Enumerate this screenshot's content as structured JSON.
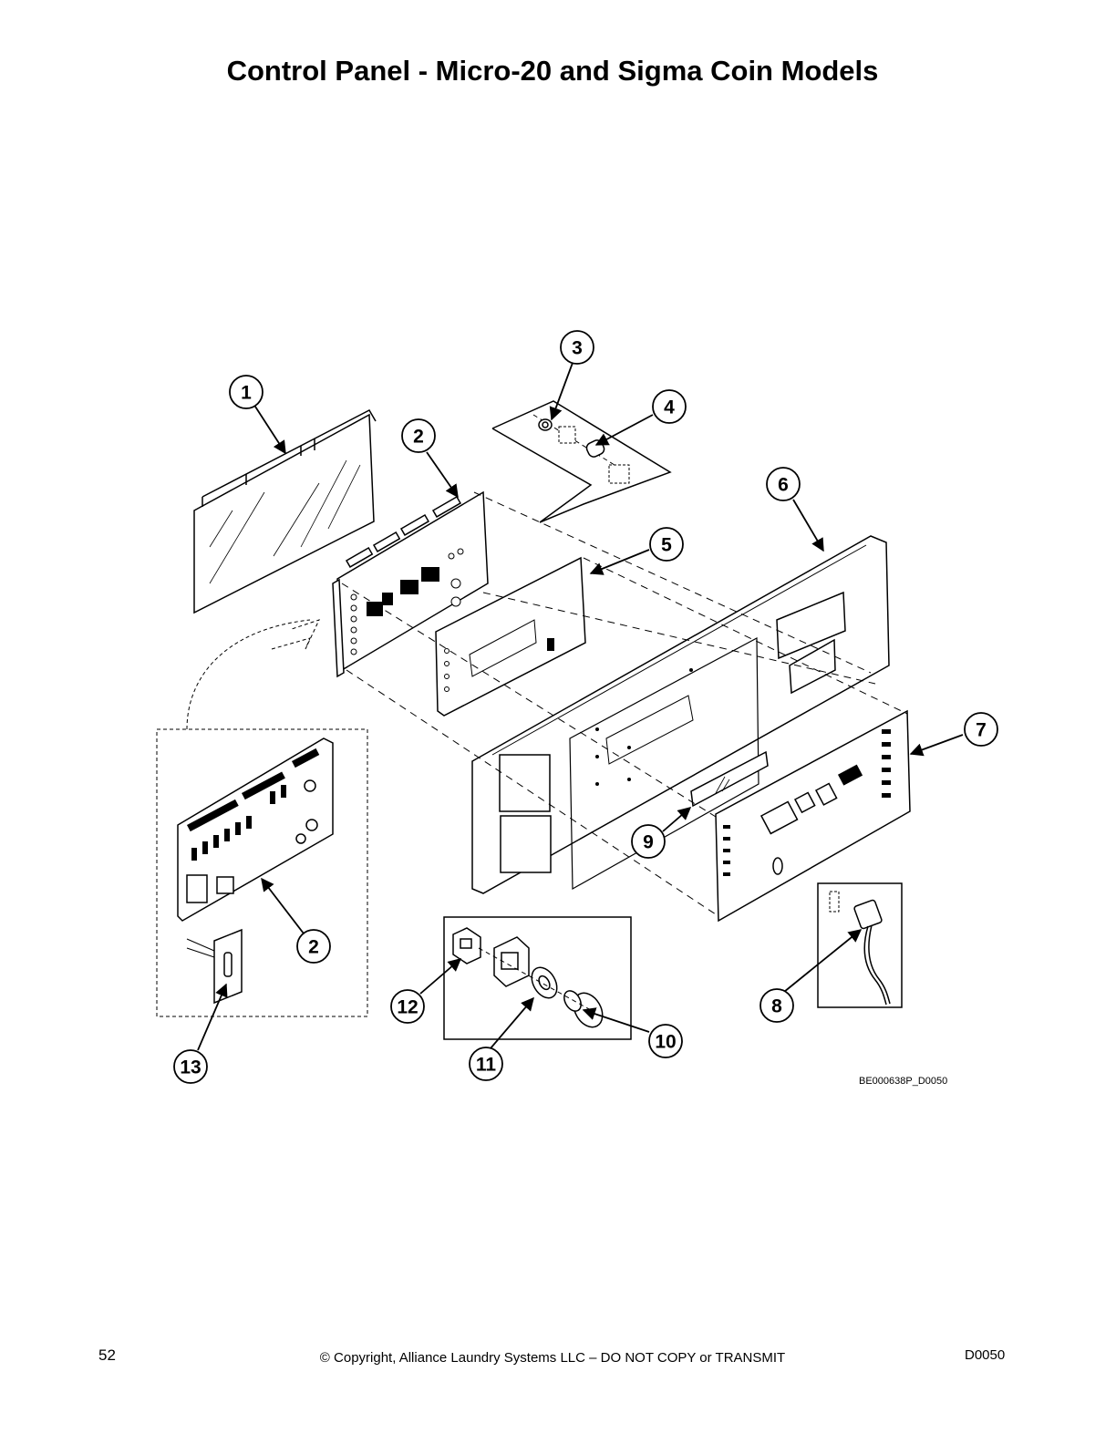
{
  "title": "Control Panel - Micro-20 and Sigma Coin Models",
  "figure_ref": "BE000638P_D0050",
  "footer": {
    "page_number": "52",
    "copyright": "© Copyright, Alliance Laundry Systems LLC – DO NOT COPY or TRANSMIT",
    "doc_code": "D0050"
  },
  "callouts": [
    "1",
    "2",
    "3",
    "4",
    "5",
    "6",
    "7",
    "2",
    "8",
    "9",
    "10",
    "11",
    "12",
    "13"
  ],
  "colors": {
    "ink": "#000000",
    "paper": "#ffffff",
    "display_fill": "#000000"
  }
}
